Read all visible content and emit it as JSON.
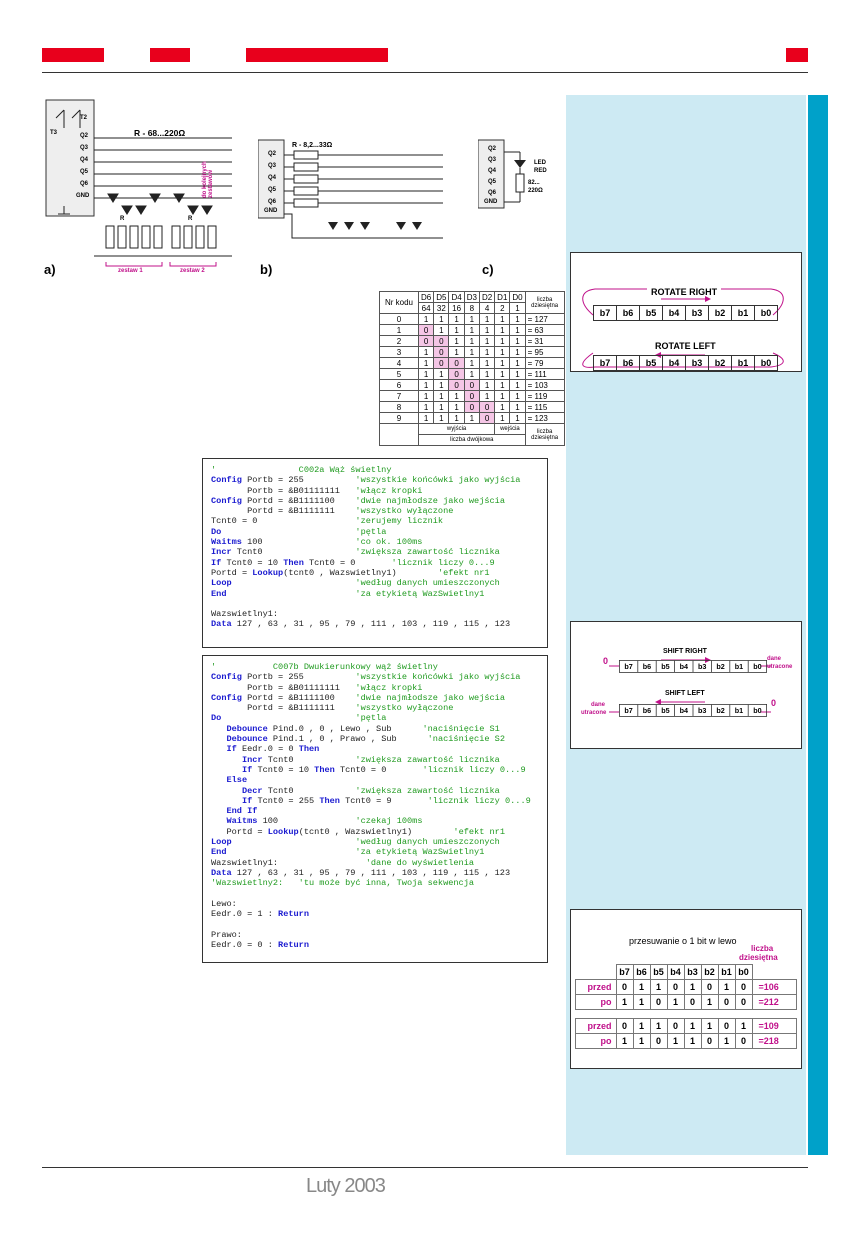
{
  "header": {
    "tabs": [
      "",
      "",
      "",
      ""
    ],
    "accent_color": "#e8001c"
  },
  "figures": {
    "a": {
      "label": "a)",
      "resistor_note": "R - 68...220Ω",
      "pins": [
        "T2",
        "T3",
        "Q2",
        "Q3",
        "Q4",
        "Q5",
        "Q6",
        "GND"
      ],
      "side_note": "do kolejnych zestawów",
      "group1": "zestaw 1",
      "group2": "zestaw 2",
      "r": "R"
    },
    "b": {
      "label": "b)",
      "resistor_note": "R - 8,2...33Ω",
      "pins": [
        "Q2",
        "Q3",
        "Q4",
        "Q5",
        "Q6",
        "GND"
      ],
      "r": "R"
    },
    "c": {
      "label": "c)",
      "pins": [
        "Q2",
        "Q3",
        "Q4",
        "Q5",
        "Q6",
        "GND"
      ],
      "led_line1": "LED",
      "led_line2": "RED",
      "res_line1": "82...",
      "res_line2": "220Ω"
    }
  },
  "code_table": {
    "header_nr": "Nr kodu",
    "bit_names": [
      "D6",
      "D5",
      "D4",
      "D3",
      "D2",
      "D1",
      "D0"
    ],
    "bit_weights": [
      "64",
      "32",
      "16",
      "8",
      "4",
      "2",
      "1"
    ],
    "header_dec": "liczba dziesiętna",
    "rows": [
      {
        "nr": "0",
        "bits": [
          "1",
          "1",
          "1",
          "1",
          "1",
          "1",
          "1"
        ],
        "dec": "= 127"
      },
      {
        "nr": "1",
        "bits": [
          "0",
          "1",
          "1",
          "1",
          "1",
          "1",
          "1"
        ],
        "dec": "=  63"
      },
      {
        "nr": "2",
        "bits": [
          "0",
          "0",
          "1",
          "1",
          "1",
          "1",
          "1"
        ],
        "dec": "=  31"
      },
      {
        "nr": "3",
        "bits": [
          "1",
          "0",
          "1",
          "1",
          "1",
          "1",
          "1"
        ],
        "dec": "=  95"
      },
      {
        "nr": "4",
        "bits": [
          "1",
          "0",
          "0",
          "1",
          "1",
          "1",
          "1"
        ],
        "dec": "=  79"
      },
      {
        "nr": "5",
        "bits": [
          "1",
          "1",
          "0",
          "1",
          "1",
          "1",
          "1"
        ],
        "dec": "= 111"
      },
      {
        "nr": "6",
        "bits": [
          "1",
          "1",
          "0",
          "0",
          "1",
          "1",
          "1"
        ],
        "dec": "= 103"
      },
      {
        "nr": "7",
        "bits": [
          "1",
          "1",
          "1",
          "0",
          "1",
          "1",
          "1"
        ],
        "dec": "= 119"
      },
      {
        "nr": "8",
        "bits": [
          "1",
          "1",
          "1",
          "0",
          "0",
          "1",
          "1"
        ],
        "dec": "= 115"
      },
      {
        "nr": "9",
        "bits": [
          "1",
          "1",
          "1",
          "1",
          "0",
          "1",
          "1"
        ],
        "dec": "= 123"
      }
    ],
    "footer_outputs": "wyjścia",
    "footer_inputs": "wejścia",
    "footer_binary": "liczba dwójkowa",
    "footer_dec": "liczba dziesiętna"
  },
  "code1": [
    [
      [
        "cm",
        "'                C002a Wąż świetlny"
      ]
    ],
    [
      [
        "kw",
        "Config"
      ],
      [
        "tx",
        " Portb = 255          "
      ],
      [
        "cm",
        "'wszystkie końcówki jako wyjścia"
      ]
    ],
    [
      [
        "tx",
        "       Portb = &B01111111   "
      ],
      [
        "cm",
        "'włącz kropki"
      ]
    ],
    [
      [
        "kw",
        "Config"
      ],
      [
        "tx",
        " Portd = &B1111100    "
      ],
      [
        "cm",
        "'dwie najmłodsze jako wejścia"
      ]
    ],
    [
      [
        "tx",
        "       Portd = &B1111111    "
      ],
      [
        "cm",
        "'wszystko wyłączone"
      ]
    ],
    [
      [
        "tx",
        "Tcnt0 = 0                   "
      ],
      [
        "cm",
        "'zerujemy licznik"
      ]
    ],
    [
      [
        "kw",
        "Do"
      ],
      [
        "tx",
        "                          "
      ],
      [
        "cm",
        "'pętla"
      ]
    ],
    [
      [
        "kw",
        "Waitms"
      ],
      [
        "tx",
        " 100                  "
      ],
      [
        "cm",
        "'co ok. 100ms"
      ]
    ],
    [
      [
        "kw",
        "Incr"
      ],
      [
        "tx",
        " Tcnt0                  "
      ],
      [
        "cm",
        "'zwiększa zawartość licznika"
      ]
    ],
    [
      [
        "kw",
        "If"
      ],
      [
        "tx",
        " Tcnt0 = 10 "
      ],
      [
        "kw",
        "Then"
      ],
      [
        "tx",
        " Tcnt0 = 0       "
      ],
      [
        "cm",
        "'licznik liczy 0...9"
      ]
    ],
    [
      [
        "tx",
        "Portd = "
      ],
      [
        "kw",
        "Lookup"
      ],
      [
        "tx",
        "(tcnt0 , Wazswietlny1)        "
      ],
      [
        "cm",
        "'efekt nr1"
      ]
    ],
    [
      [
        "kw",
        "Loop"
      ],
      [
        "tx",
        "                        "
      ],
      [
        "cm",
        "'według danych umieszczonych"
      ]
    ],
    [
      [
        "kw",
        "End"
      ],
      [
        "tx",
        "                         "
      ],
      [
        "cm",
        "'za etykietą WazSwietlny1"
      ]
    ],
    [
      [
        "tx",
        " "
      ]
    ],
    [
      [
        "tx",
        "Wazswietlny1:"
      ]
    ],
    [
      [
        "kw",
        "Data"
      ],
      [
        "tx",
        " 127 , 63 , 31 , 95 , 79 , 111 , 103 , 119 , 115 , 123"
      ]
    ]
  ],
  "code2": [
    [
      [
        "cm",
        "'           C007b Dwukierunkowy wąż świetlny"
      ]
    ],
    [
      [
        "kw",
        "Config"
      ],
      [
        "tx",
        " Portb = 255          "
      ],
      [
        "cm",
        "'wszystkie końcówki jako wyjścia"
      ]
    ],
    [
      [
        "tx",
        "       Portb = &B01111111   "
      ],
      [
        "cm",
        "'włącz kropki"
      ]
    ],
    [
      [
        "kw",
        "Config"
      ],
      [
        "tx",
        " Portd = &B1111100    "
      ],
      [
        "cm",
        "'dwie najmłodsze jako wejścia"
      ]
    ],
    [
      [
        "tx",
        "       Portd = &B1111111    "
      ],
      [
        "cm",
        "'wszystko wyłączone"
      ]
    ],
    [
      [
        "kw",
        "Do"
      ],
      [
        "tx",
        "                          "
      ],
      [
        "cm",
        "'pętla"
      ]
    ],
    [
      [
        "tx",
        "   "
      ],
      [
        "kw",
        "Debounce"
      ],
      [
        "tx",
        " Pind.0 , 0 , Lewo , Sub      "
      ],
      [
        "cm",
        "'naciśnięcie S1"
      ]
    ],
    [
      [
        "tx",
        "   "
      ],
      [
        "kw",
        "Debounce"
      ],
      [
        "tx",
        " Pind.1 , 0 , Prawo , Sub      "
      ],
      [
        "cm",
        "'naciśnięcie S2"
      ]
    ],
    [
      [
        "tx",
        "   "
      ],
      [
        "kw",
        "If"
      ],
      [
        "tx",
        " Eedr.0 = 0 "
      ],
      [
        "kw",
        "Then"
      ]
    ],
    [
      [
        "tx",
        "      "
      ],
      [
        "kw",
        "Incr"
      ],
      [
        "tx",
        " Tcnt0            "
      ],
      [
        "cm",
        "'zwiększa zawartość licznika"
      ]
    ],
    [
      [
        "tx",
        "      "
      ],
      [
        "kw",
        "If"
      ],
      [
        "tx",
        " Tcnt0 = 10 "
      ],
      [
        "kw",
        "Then"
      ],
      [
        "tx",
        " Tcnt0 = 0       "
      ],
      [
        "cm",
        "'licznik liczy 0...9"
      ]
    ],
    [
      [
        "tx",
        "   "
      ],
      [
        "kw",
        "Else"
      ]
    ],
    [
      [
        "tx",
        "      "
      ],
      [
        "kw",
        "Decr"
      ],
      [
        "tx",
        " Tcnt0            "
      ],
      [
        "cm",
        "'zwiększa zawartość licznika"
      ]
    ],
    [
      [
        "tx",
        "      "
      ],
      [
        "kw",
        "If"
      ],
      [
        "tx",
        " Tcnt0 = 255 "
      ],
      [
        "kw",
        "Then"
      ],
      [
        "tx",
        " Tcnt0 = 9       "
      ],
      [
        "cm",
        "'licznik liczy 0...9"
      ]
    ],
    [
      [
        "tx",
        "   "
      ],
      [
        "kw",
        "End If"
      ]
    ],
    [
      [
        "tx",
        "   "
      ],
      [
        "kw",
        "Waitms"
      ],
      [
        "tx",
        " 100               "
      ],
      [
        "cm",
        "'czekaj 100ms"
      ]
    ],
    [
      [
        "tx",
        "   Portd = "
      ],
      [
        "kw",
        "Lookup"
      ],
      [
        "tx",
        "(tcnt0 , Wazswietlny1)        "
      ],
      [
        "cm",
        "'efekt nr1"
      ]
    ],
    [
      [
        "kw",
        "Loop"
      ],
      [
        "tx",
        "                        "
      ],
      [
        "cm",
        "'według danych umieszczonych"
      ]
    ],
    [
      [
        "kw",
        "End"
      ],
      [
        "tx",
        "                         "
      ],
      [
        "cm",
        "'za etykietą WazSwietlny1"
      ]
    ],
    [
      [
        "tx",
        "Wazswietlny1:                 "
      ],
      [
        "cm",
        "'dane do wyświetlenia"
      ]
    ],
    [
      [
        "kw",
        "Data"
      ],
      [
        "tx",
        " 127 , 63 , 31 , 95 , 79 , 111 , 103 , 119 , 115 , 123"
      ]
    ],
    [
      [
        "cm",
        "'Wazswietlny2:   'tu może być inna, Twoja sekwencja"
      ]
    ],
    [
      [
        "tx",
        " "
      ]
    ],
    [
      [
        "tx",
        "Lewo:"
      ]
    ],
    [
      [
        "tx",
        "Eedr.0 = 1 : "
      ],
      [
        "kw",
        "Return"
      ]
    ],
    [
      [
        "tx",
        " "
      ]
    ],
    [
      [
        "tx",
        "Prawo:"
      ]
    ],
    [
      [
        "tx",
        "Eedr.0 = 0 : "
      ],
      [
        "kw",
        "Return"
      ]
    ]
  ],
  "rotate": {
    "right_title": "ROTATE RIGHT",
    "left_title": "ROTATE LEFT",
    "bits": [
      "b7",
      "b6",
      "b5",
      "b4",
      "b3",
      "b2",
      "b1",
      "b0"
    ]
  },
  "shift": {
    "right_title": "SHIFT RIGHT",
    "left_title": "SHIFT LEFT",
    "bits": [
      "b7",
      "b6",
      "b5",
      "b4",
      "b3",
      "b2",
      "b1",
      "b0"
    ],
    "zero": "0",
    "lost_line1": "dane",
    "lost_line2": "utracone"
  },
  "shift_table": {
    "title": "przesuwanie o 1 bit w lewo",
    "dec_header_1": "liczba",
    "dec_header_2": "dziesiętna",
    "bits": [
      "b7",
      "b6",
      "b5",
      "b4",
      "b3",
      "b2",
      "b1",
      "b0"
    ],
    "rows": [
      {
        "label": "przed",
        "bits": [
          "0",
          "1",
          "1",
          "0",
          "1",
          "0",
          "1",
          "0"
        ],
        "dec": "=106"
      },
      {
        "label": "po",
        "bits": [
          "1",
          "1",
          "0",
          "1",
          "0",
          "1",
          "0",
          "0"
        ],
        "dec": "=212"
      },
      {
        "label": "przed",
        "bits": [
          "0",
          "1",
          "1",
          "0",
          "1",
          "1",
          "0",
          "1"
        ],
        "dec": "=109"
      },
      {
        "label": "po",
        "bits": [
          "1",
          "1",
          "0",
          "1",
          "1",
          "0",
          "1",
          "0"
        ],
        "dec": "=218"
      }
    ]
  },
  "footer": {
    "issue": "Luty 2003"
  }
}
